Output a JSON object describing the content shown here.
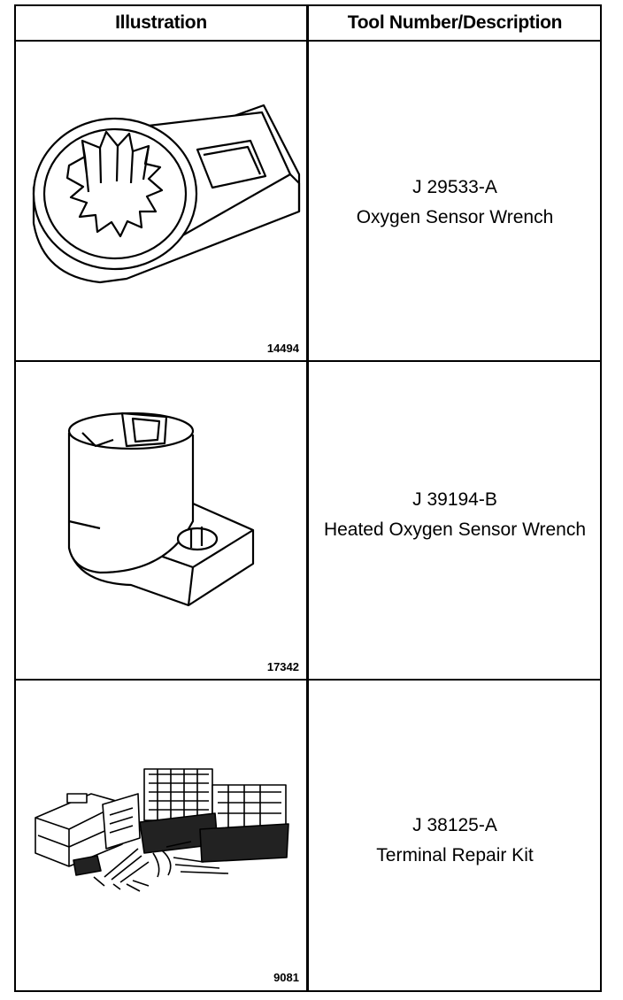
{
  "headers": {
    "illustration": "Illustration",
    "tool": "Tool Number/Description"
  },
  "tools": [
    {
      "figure_number": "14494",
      "tool_number": "J 29533-A",
      "description": "Oxygen Sensor Wrench"
    },
    {
      "figure_number": "17342",
      "tool_number": "J 39194-B",
      "description": "Heated Oxygen Sensor Wrench"
    },
    {
      "figure_number": "9081",
      "tool_number": "J 38125-A",
      "description": "Terminal Repair Kit"
    }
  ]
}
